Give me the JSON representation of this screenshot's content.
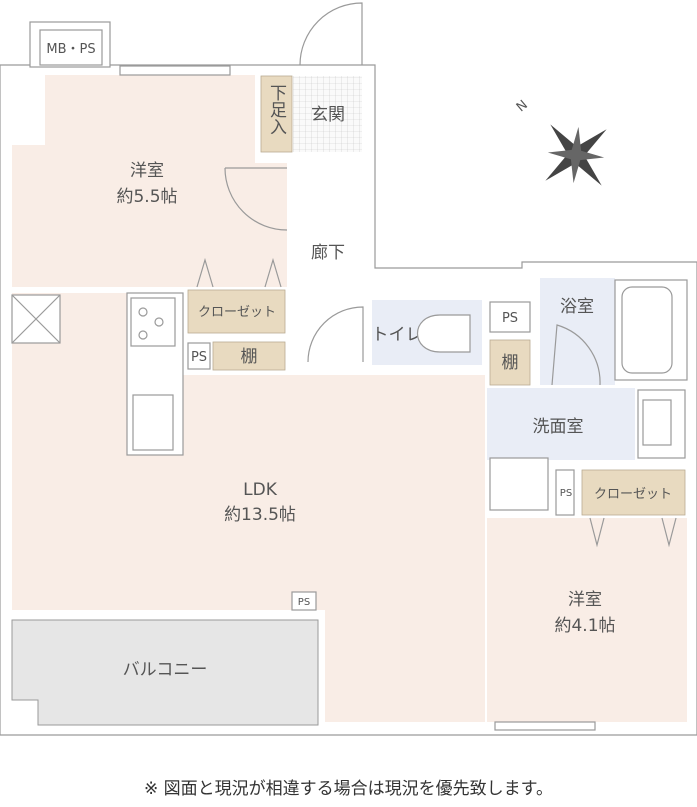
{
  "rooms": {
    "mbps": "MB・PS",
    "western1_name": "洋室",
    "western1_size": "約5.5帖",
    "shoe_storage": "下足入",
    "entrance": "玄関",
    "hallway": "廊下",
    "closet1": "クローゼット",
    "ps1": "PS",
    "shelf1": "棚",
    "toilet": "トイレ",
    "ps2": "PS",
    "shelf2": "棚",
    "bathroom": "浴室",
    "washroom": "洗面室",
    "ps3": "PS",
    "closet2": "クローゼット",
    "ldk_name": "LDK",
    "ldk_size": "約13.5帖",
    "ps4": "PS",
    "balcony": "バルコニー",
    "western2_name": "洋室",
    "western2_size": "約4.1帖"
  },
  "compass": {
    "north": "N"
  },
  "note": "※ 図面と現況が相違する場合は現況を優先致します。"
}
